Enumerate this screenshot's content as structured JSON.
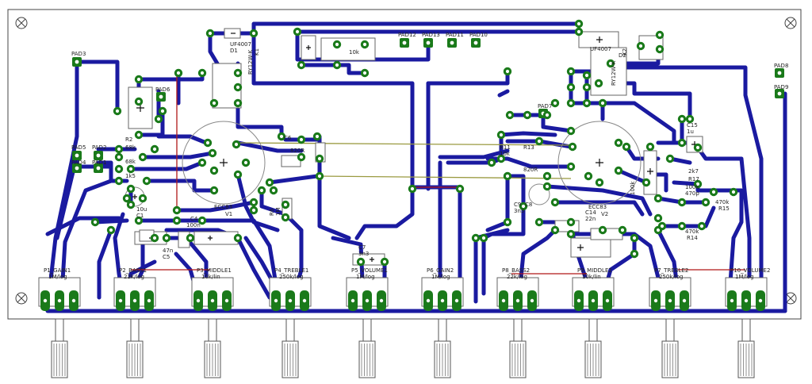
{
  "colors": {
    "trace": "#1a1aa0",
    "pad": "#1a7a1a",
    "pad_hole": "#ffffff",
    "outline": "#444444",
    "wire_red": "#b01818",
    "wire_olive": "#9a9a40",
    "label": "#222222"
  },
  "pads": [
    {
      "id": "pad3",
      "label": "PAD3"
    },
    {
      "id": "pad5",
      "label": "PAD5"
    },
    {
      "id": "pad4",
      "label": "PAD4"
    },
    {
      "id": "pad2",
      "label": "PAD2"
    },
    {
      "id": "pad1",
      "label": "PAD1"
    },
    {
      "id": "pad6",
      "label": "PAD6"
    },
    {
      "id": "pad12",
      "label": "PAD12"
    },
    {
      "id": "pad13",
      "label": "PAD13"
    },
    {
      "id": "pad11",
      "label": "PAD11"
    },
    {
      "id": "pad10",
      "label": "PAD10"
    },
    {
      "id": "pad7",
      "label": "PAD7"
    },
    {
      "id": "pad8",
      "label": "PAD8"
    },
    {
      "id": "pad9",
      "label": "PAD9"
    }
  ],
  "parts": [
    {
      "id": "d1",
      "label": "UF4007"
    },
    {
      "id": "d1name",
      "label": "D1"
    },
    {
      "id": "k1",
      "label": "RY12W-K"
    },
    {
      "id": "k1name",
      "label": "K1"
    },
    {
      "id": "r2",
      "label": "R2"
    },
    {
      "id": "r2v",
      "label": "68k"
    },
    {
      "id": "r3v",
      "label": "68k"
    },
    {
      "id": "r1v",
      "label": "1k5"
    },
    {
      "id": "c2v",
      "label": "10u"
    },
    {
      "id": "c1",
      "label": "C1"
    },
    {
      "id": "c4",
      "label": "C4"
    },
    {
      "id": "c4v",
      "label": "100n"
    },
    {
      "id": "c5",
      "label": "C5"
    },
    {
      "id": "c5v",
      "label": "47n"
    },
    {
      "id": "c6",
      "label": "C6"
    },
    {
      "id": "r820a",
      "label": "820R"
    },
    {
      "id": "v1type",
      "label": "ECC83"
    },
    {
      "id": "v1",
      "label": "V1"
    },
    {
      "id": "r6",
      "label": "R6"
    },
    {
      "id": "r6v",
      "label": "1M"
    },
    {
      "id": "c7",
      "label": "C7"
    },
    {
      "id": "c7v",
      "label": "3n3"
    },
    {
      "id": "r10k",
      "label": "10k"
    },
    {
      "id": "r11",
      "label": "R11"
    },
    {
      "id": "r11v",
      "label": "10k"
    },
    {
      "id": "r13",
      "label": "R13"
    },
    {
      "id": "r820b",
      "label": "820R"
    },
    {
      "id": "c8",
      "label": "C8"
    },
    {
      "id": "c9",
      "label": "C9"
    },
    {
      "id": "c9v",
      "label": "3n3"
    },
    {
      "id": "v2type",
      "label": "ECC83"
    },
    {
      "id": "v2",
      "label": "V2"
    },
    {
      "id": "c14",
      "label": "C14"
    },
    {
      "id": "c14v",
      "label": "22n"
    },
    {
      "id": "c15",
      "label": "C15"
    },
    {
      "id": "c15v",
      "label": "1u"
    },
    {
      "id": "r15",
      "label": "R15"
    },
    {
      "id": "r15v",
      "label": "470k"
    },
    {
      "id": "r17",
      "label": "R17"
    },
    {
      "id": "r17v",
      "label": "2k7"
    },
    {
      "id": "c16v",
      "label": "470p"
    },
    {
      "id": "r16v",
      "label": "100k"
    },
    {
      "id": "r14",
      "label": "R14"
    },
    {
      "id": "r14v",
      "label": "470k"
    },
    {
      "id": "d2",
      "label": "UF4007"
    },
    {
      "id": "d2name",
      "label": "D2"
    },
    {
      "id": "k2",
      "label": "RY12W-K"
    },
    {
      "id": "k2name",
      "label": "K2"
    },
    {
      "id": "r100k",
      "label": "100k"
    }
  ],
  "pots": [
    {
      "id": "p1",
      "name": "P1_GAIN1",
      "value": "1M/log"
    },
    {
      "id": "p2",
      "name": "P2_BASS1",
      "value": "22k/log"
    },
    {
      "id": "p3",
      "name": "P3_MIDDLE1",
      "value": "10k/lin"
    },
    {
      "id": "p4",
      "name": "P4_TREBLE1",
      "value": "250k/log"
    },
    {
      "id": "p5",
      "name": "P5_VOLUME1",
      "value": "1M/log"
    },
    {
      "id": "p6",
      "name": "P6_GAIN2",
      "value": "1M/log"
    },
    {
      "id": "p8",
      "name": "P8_BASS2",
      "value": "22k/log"
    },
    {
      "id": "p9",
      "name": "P9_MIDDLE2",
      "value": "10k/lin"
    },
    {
      "id": "p7",
      "name": "P7_TREBLE2",
      "value": "250k/log"
    },
    {
      "id": "p10",
      "name": "P10_VOLUME2",
      "value": "1M/log"
    }
  ]
}
